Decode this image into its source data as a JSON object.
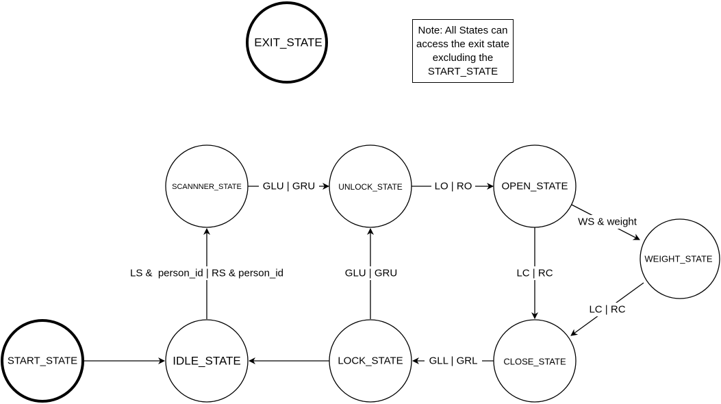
{
  "diagram": {
    "states": {
      "exit": "EXIT_STATE",
      "start": "START_STATE",
      "idle": "IDLE_STATE",
      "scanner": "SCANNNER_STATE",
      "unlock": "UNLOCK_STATE",
      "open": "OPEN_STATE",
      "weight": "WEIGHT_STATE",
      "close": "CLOSE_STATE",
      "lock": "LOCK_STATE"
    },
    "transitions": {
      "scanner_to_unlock": "GLU | GRU",
      "unlock_to_open": "LO | RO",
      "open_to_weight": "WS & weight",
      "open_to_close": "LC | RC",
      "weight_to_close": "LC | RC",
      "close_to_lock": "GLL | GRL",
      "lock_to_unlock": "GLU | GRU",
      "idle_to_scanner": "LS &  person_id | RS & person_id"
    },
    "note": "Note: All States can access the exit state excluding the START_STATE"
  }
}
